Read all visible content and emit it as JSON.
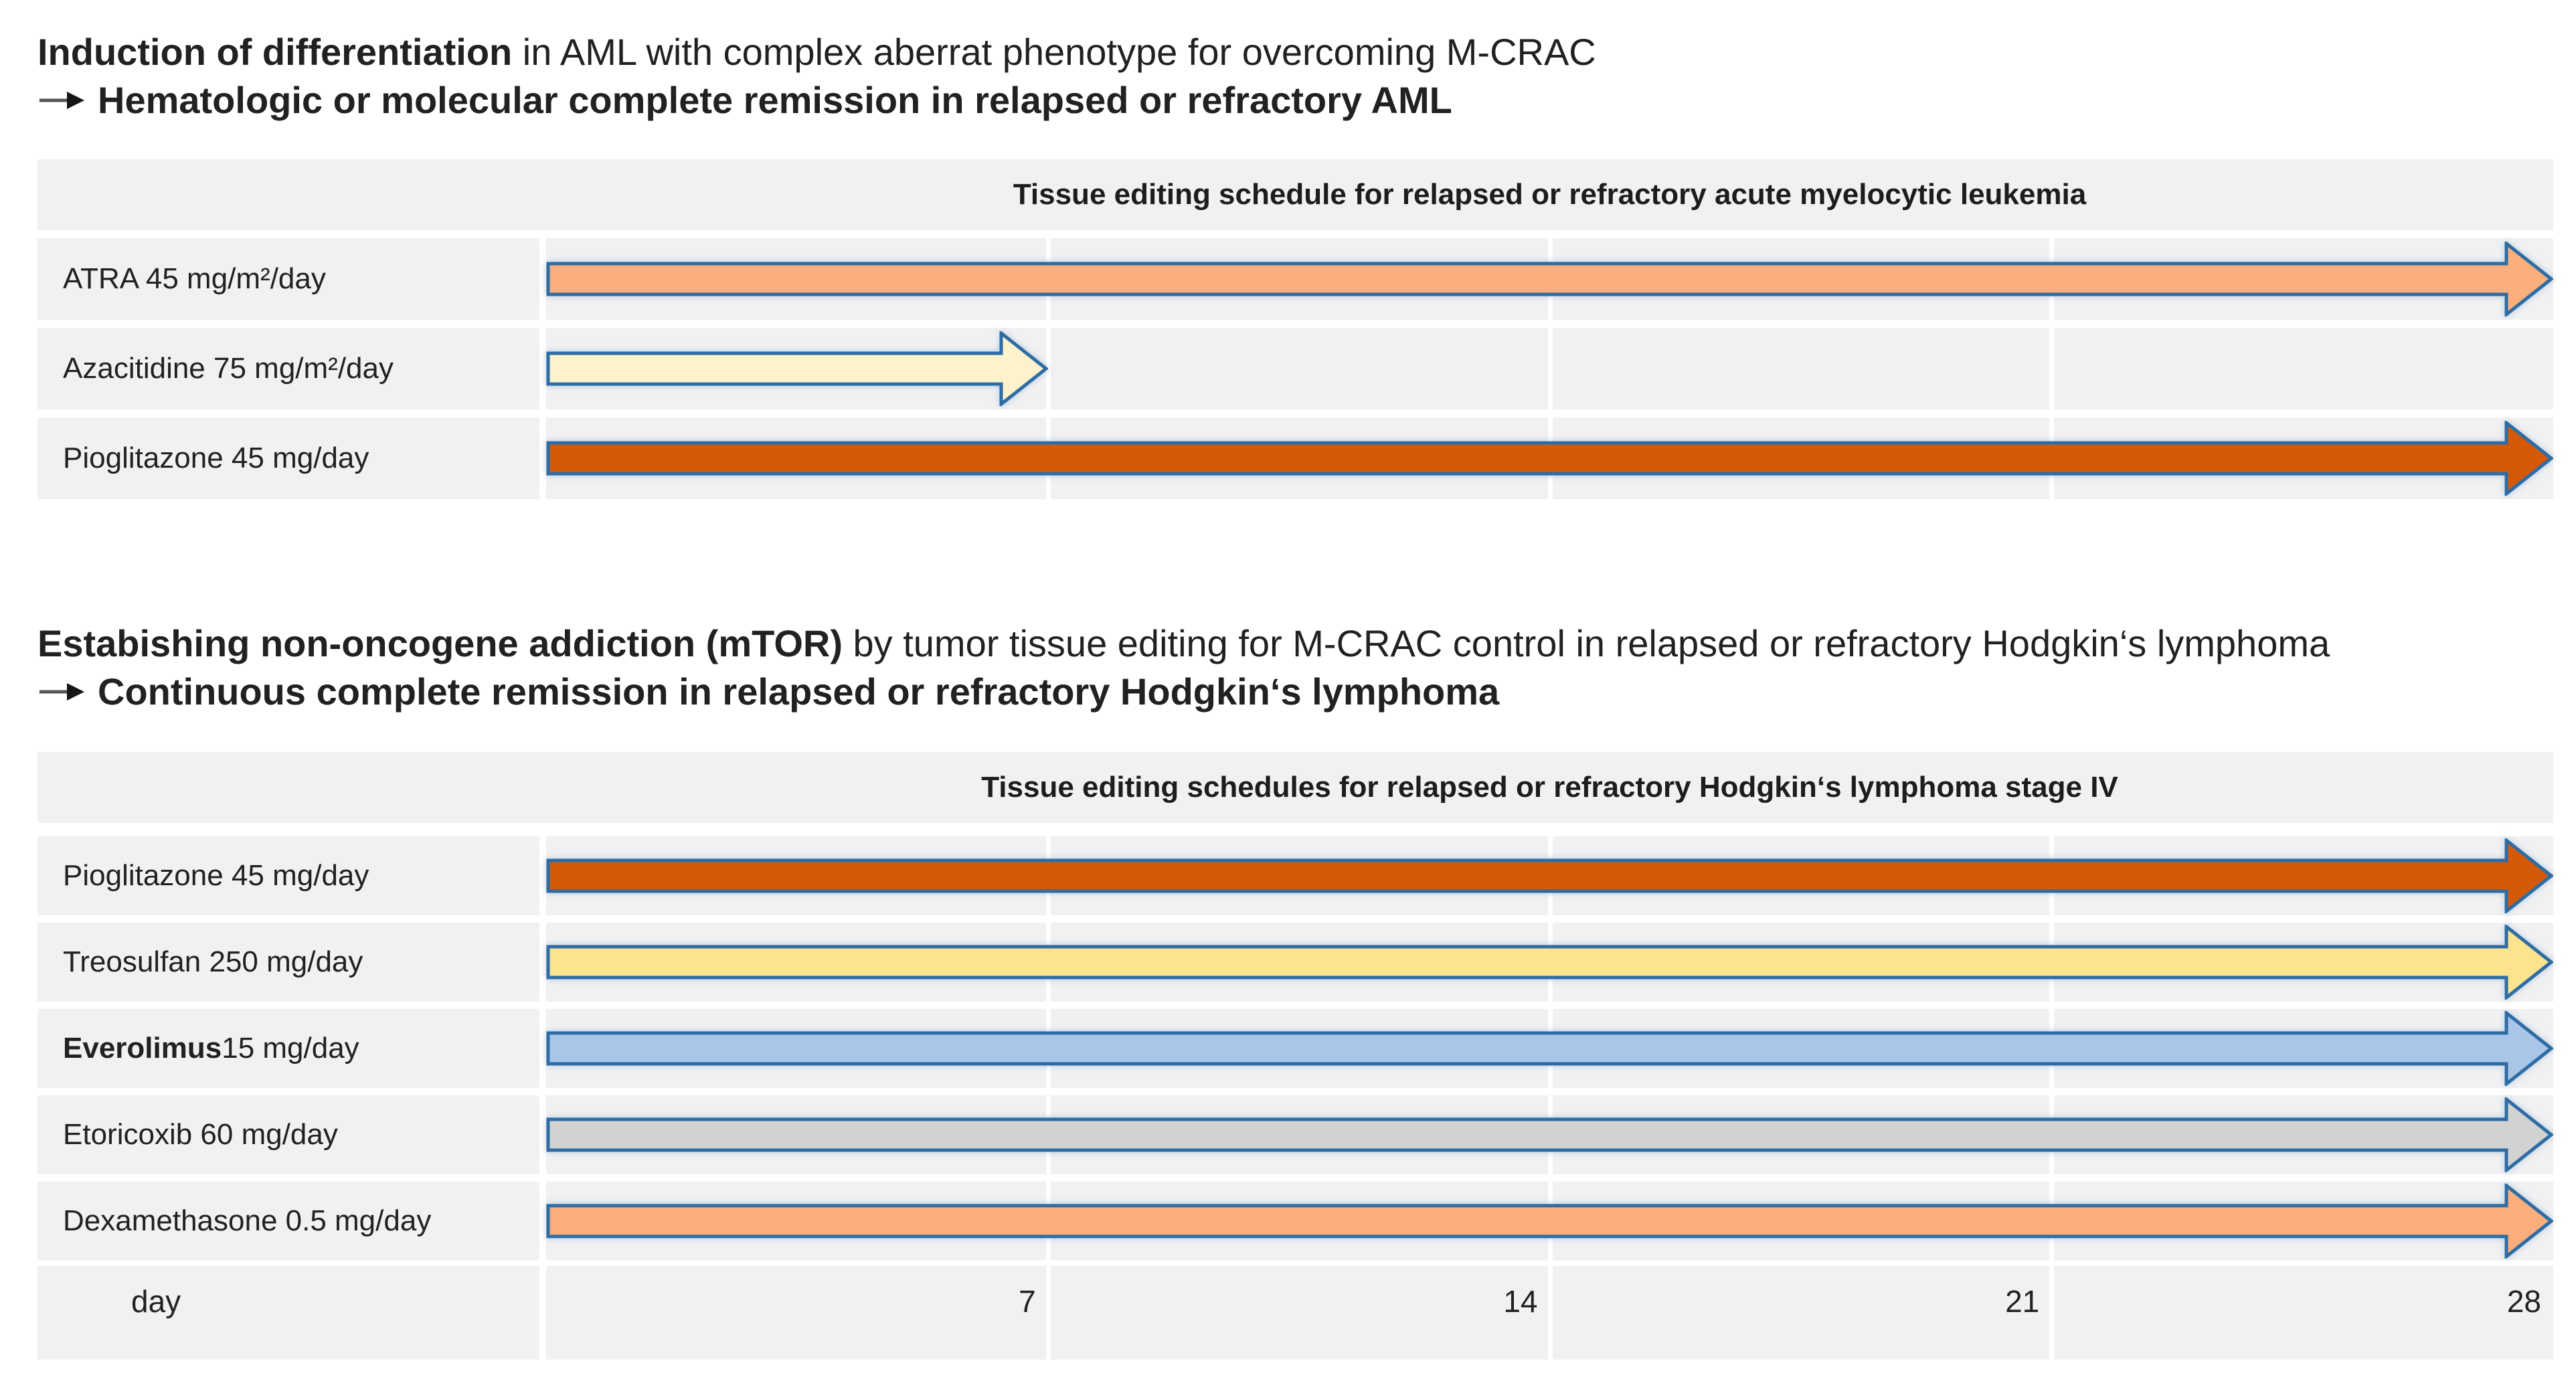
{
  "sections": [
    {
      "heading_bold": "Induction of differentiation",
      "heading_rest": " in AML with complex aberrat phenotype for overcoming M-CRAC",
      "outcome": "Hematologic or molecular complete remission in relapsed or refractory AML"
    },
    {
      "heading_bold": "Estabishing non-oncogene addiction (mTOR)",
      "heading_rest": " by tumor tissue editing for M-CRAC control in relapsed or refractory Hodgkin‘s lymphoma",
      "outcome": "Continuous complete remission in relapsed or refractory Hodgkin‘s lymphoma"
    }
  ],
  "chart_data": [
    {
      "type": "gantt",
      "title": "Tissue editing schedule for relapsed or refractory acute myelocytic leukemia",
      "xlabel": "day",
      "xlim": [
        0,
        28
      ],
      "gridline_days": [
        7,
        14,
        21
      ],
      "grid": true,
      "rows": [
        {
          "label_segments": [
            {
              "text": "ATRA 45 mg/m²/day",
              "bold": false
            }
          ],
          "start_day": 0,
          "end_day": 28,
          "fill": "#FBAF7D"
        },
        {
          "label_segments": [
            {
              "text": "Azacitidine 75 mg/m²/day",
              "bold": false
            }
          ],
          "start_day": 0,
          "end_day": 7,
          "fill": "#FDF2CC"
        },
        {
          "label_segments": [
            {
              "text": "Pioglitazone 45 mg/day",
              "bold": false
            }
          ],
          "start_day": 0,
          "end_day": 28,
          "fill": "#D55A07"
        }
      ],
      "axis": null
    },
    {
      "type": "gantt",
      "title": "Tissue editing schedules for relapsed or refractory Hodgkin‘s lymphoma stage IV",
      "xlabel": "day",
      "xlim": [
        0,
        28
      ],
      "gridline_days": [
        7,
        14,
        21
      ],
      "grid": true,
      "rows": [
        {
          "label_segments": [
            {
              "text": "Pioglitazone 45 mg/day",
              "bold": false
            }
          ],
          "start_day": 0,
          "end_day": 28,
          "fill": "#D55A07"
        },
        {
          "label_segments": [
            {
              "text": "Treosulfan 250 mg/day",
              "bold": false
            }
          ],
          "start_day": 0,
          "end_day": 28,
          "fill": "#FBE48D"
        },
        {
          "label_segments": [
            {
              "text": "Everolimus",
              "bold": true
            },
            {
              "text": " 15 mg/day",
              "bold": false
            }
          ],
          "start_day": 0,
          "end_day": 28,
          "fill": "#A9C5E8"
        },
        {
          "label_segments": [
            {
              "text": "Etoricoxib 60 mg/day",
              "bold": false
            }
          ],
          "start_day": 0,
          "end_day": 28,
          "fill": "#D2D2D1"
        },
        {
          "label_segments": [
            {
              "text": "Dexamethasone 0.5 mg/day",
              "bold": false
            }
          ],
          "start_day": 0,
          "end_day": 28,
          "fill": "#FBAE7B"
        }
      ],
      "axis": {
        "label": "day",
        "ticks": [
          "7",
          "14",
          "21",
          "28"
        ]
      }
    }
  ],
  "colors": {
    "arrow_border": "#2E6CA4",
    "band_bg": "#F1F1F2",
    "page_bg": "#FFFFFF",
    "text": "#212121"
  }
}
